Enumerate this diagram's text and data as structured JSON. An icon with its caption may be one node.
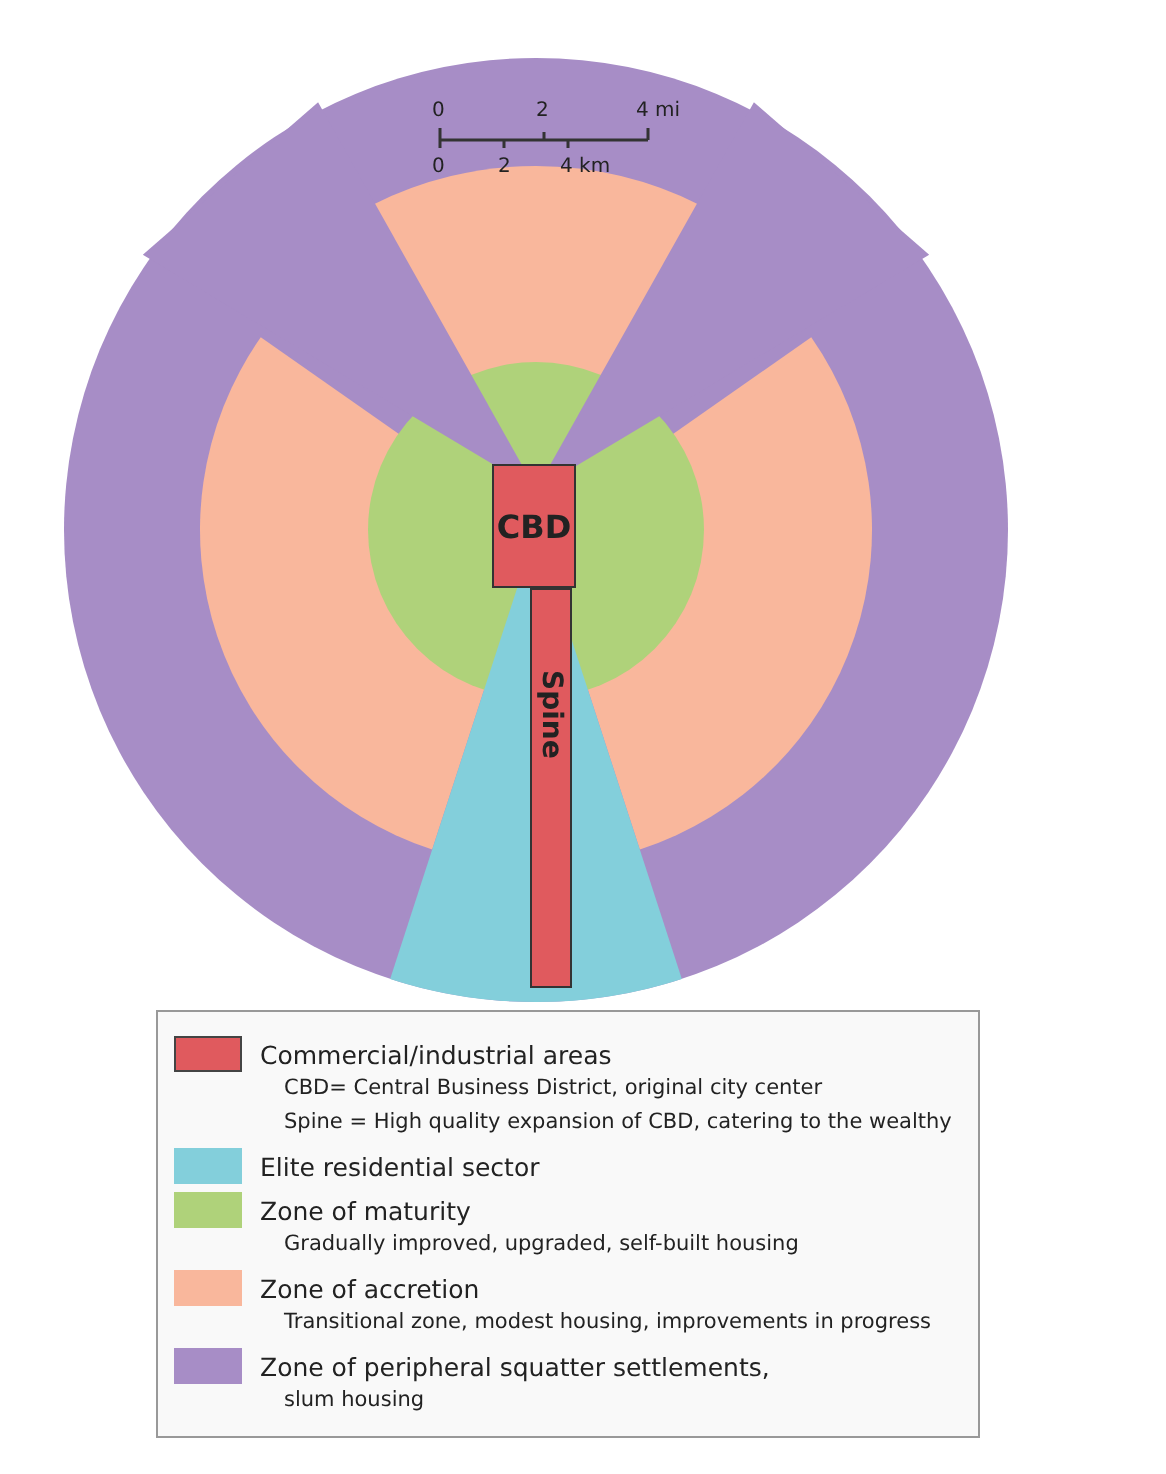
{
  "diagram": {
    "nodes": [
      {
        "text": [
          "CBD"
        ]
      },
      {
        "text": [
          "Spine"
        ]
      }
    ],
    "labels": [
      "0",
      "2",
      "4 mi",
      "0",
      "2",
      "4 km",
      "CBD= Central Business District, original city center",
      "Spine = High quality expansion of CBD, catering to  the wealthy",
      "Gradually improved, upgraded, self-built housing",
      "Transitional zone, modest housing, improvements in progress",
      "slum housing"
    ],
    "legend": [
      {
        "text": "Commercial/industrial areas",
        "color": "#e05a5e"
      },
      {
        "text": "Elite residential sector",
        "color": "#83cfdb"
      },
      {
        "text": "Zone of maturity",
        "color": "#afd27a"
      },
      {
        "text": "Zone of accretion",
        "color": "#f9b79c"
      },
      {
        "text": "Zone of peripheral squatter settlements,",
        "color": "#a78dc6"
      }
    ]
  }
}
